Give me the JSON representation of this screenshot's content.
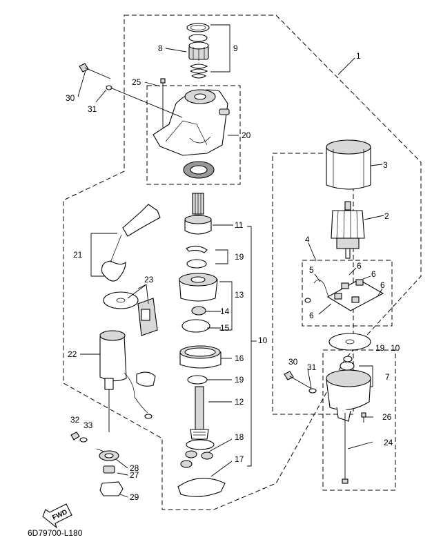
{
  "diagram": {
    "code": "6D79700-L180",
    "fwd_label": "FWD",
    "labels": {
      "p1": "1",
      "p2": "2",
      "p3": "3",
      "p4": "4",
      "p5": "5",
      "p6a": "6",
      "p6b": "6",
      "p6c": "6",
      "p6d": "6",
      "p7": "7",
      "p8": "8",
      "p9": "9",
      "p10a": "10",
      "p10b": "19",
      "p10c": "10",
      "p11": "11",
      "p12": "12",
      "p13": "13",
      "p14": "14",
      "p15": "15",
      "p16": "16",
      "p17": "17",
      "p18": "18",
      "p19a": "19",
      "p19b": "19",
      "p20": "20",
      "p21": "21",
      "p22": "22",
      "p23": "23",
      "p24": "24",
      "p25": "25",
      "p26": "26",
      "p27": "27",
      "p28": "28",
      "p29": "29",
      "p30a": "30",
      "p30b": "30",
      "p31a": "31",
      "p31b": "31",
      "p32": "32",
      "p33": "33"
    }
  }
}
